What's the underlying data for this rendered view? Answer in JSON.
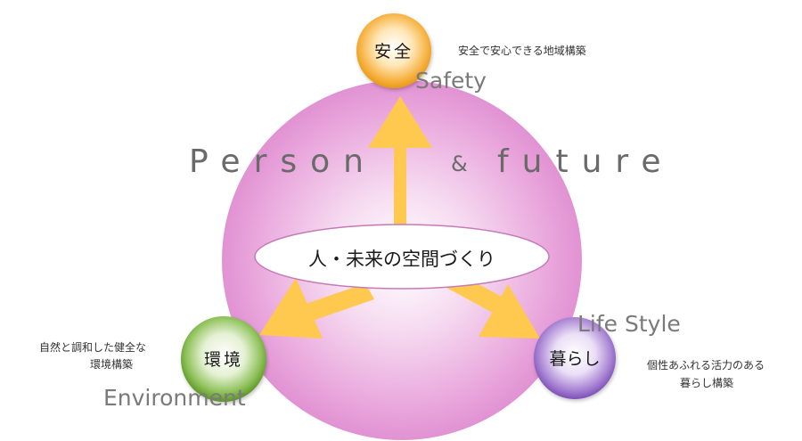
{
  "diagram": {
    "tagline_left": "Person",
    "tagline_amp": "&",
    "tagline_right": "future",
    "center_label": "人・未来の空間づくり",
    "nodes": {
      "safety": {
        "label": "安全",
        "english": "Safety",
        "description": "安全で安心できる地域構築"
      },
      "environment": {
        "label": "環境",
        "english": "Environment",
        "description_line1": "自然と調和した健全な",
        "description_line2": "環境構築"
      },
      "lifestyle": {
        "label": "暮らし",
        "english": "Life Style",
        "description_line1": "個性あふれる活力のある",
        "description_line2": "暮らし構築"
      }
    },
    "colors": {
      "big_circle": "#e79ad8",
      "arrow": "#ffcc55",
      "safety": "#f0a020",
      "environment": "#66a029",
      "lifestyle": "#9a6acb"
    }
  }
}
